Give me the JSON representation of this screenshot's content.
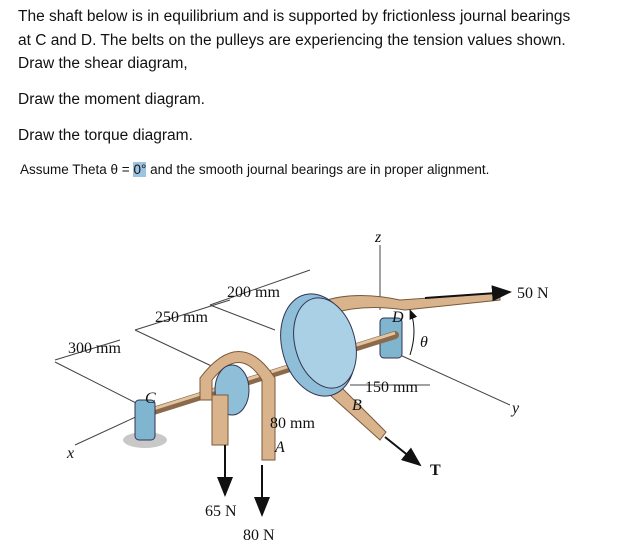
{
  "problem": {
    "line1": "The shaft below is in equilibrium and is supported by frictionless journal bearings",
    "line2": "at C and D.  The belts on the pulleys are experiencing the tension values shown.",
    "line3": "Draw the shear diagram,",
    "line4": "Draw the moment diagram.",
    "line5": "Draw the torque diagram.",
    "assume_prefix": "Assume  Theta θ = ",
    "theta_value": "0°",
    "assume_suffix": "  and the smooth journal bearings are in proper alignment."
  },
  "figure": {
    "z": "z",
    "x": "x",
    "y": "y",
    "dim_300": "300 mm",
    "dim_250": "250 mm",
    "dim_200": "200 mm",
    "dim_150": "150 mm",
    "dim_80": "80 mm",
    "C": "C",
    "D": "D",
    "A": "A",
    "B": "B",
    "theta": "θ",
    "T": "T",
    "f50": "50 N",
    "f65": "65 N",
    "f80": "80 N"
  }
}
